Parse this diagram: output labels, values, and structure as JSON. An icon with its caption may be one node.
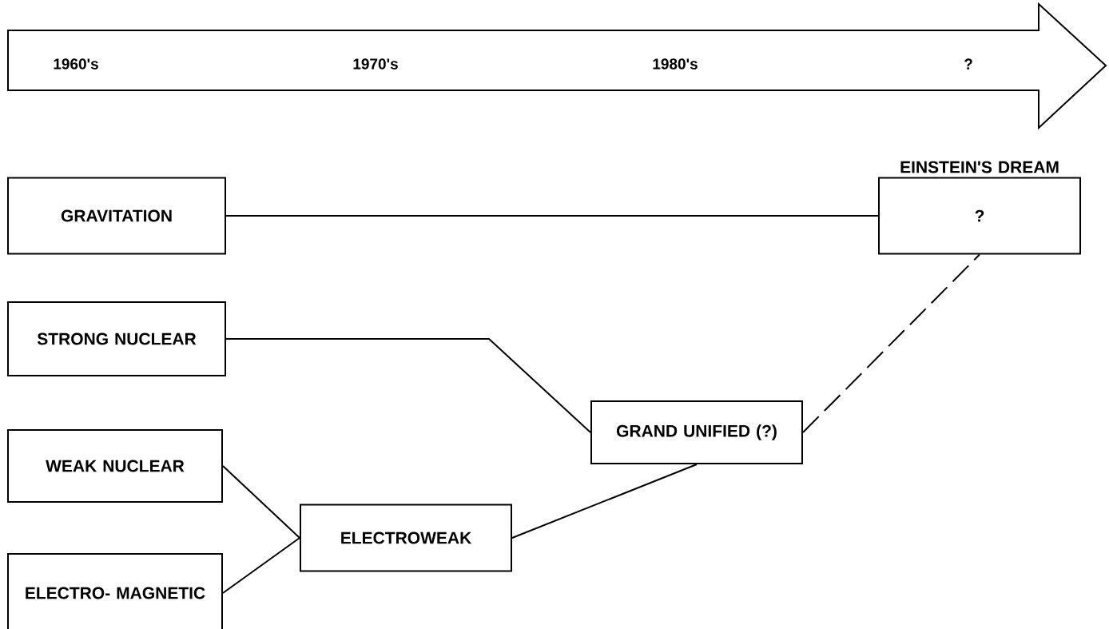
{
  "diagram": {
    "nodes": [
      {
        "text": [
          "1960's",
          "1970's",
          "1980's",
          "?"
        ]
      },
      {
        "text": [
          "GRAVITATION"
        ]
      },
      {
        "text": [
          "STRONG NUCLEAR"
        ]
      },
      {
        "text": [
          "WEAK NUCLEAR"
        ]
      },
      {
        "text": [
          "ELECTRO- MAGNETIC"
        ]
      },
      {
        "text": [
          "ELECTROWEAK"
        ]
      },
      {
        "text": [
          "GRAND UNIFIED (?)"
        ]
      },
      {
        "text": [
          "EINSTEIN'S DREAM",
          "?"
        ]
      }
    ],
    "edges": [
      {
        "from": 1,
        "to": 7,
        "arrow": "none"
      },
      {
        "from": 2,
        "to": 6,
        "arrow": "none"
      },
      {
        "from": 3,
        "to": 5,
        "arrow": "none"
      },
      {
        "from": 4,
        "to": 5,
        "arrow": "none"
      },
      {
        "from": 5,
        "to": 6,
        "arrow": "none"
      },
      {
        "from": 6,
        "to": 7,
        "arrow": "none",
        "style": "dashed"
      }
    ]
  }
}
